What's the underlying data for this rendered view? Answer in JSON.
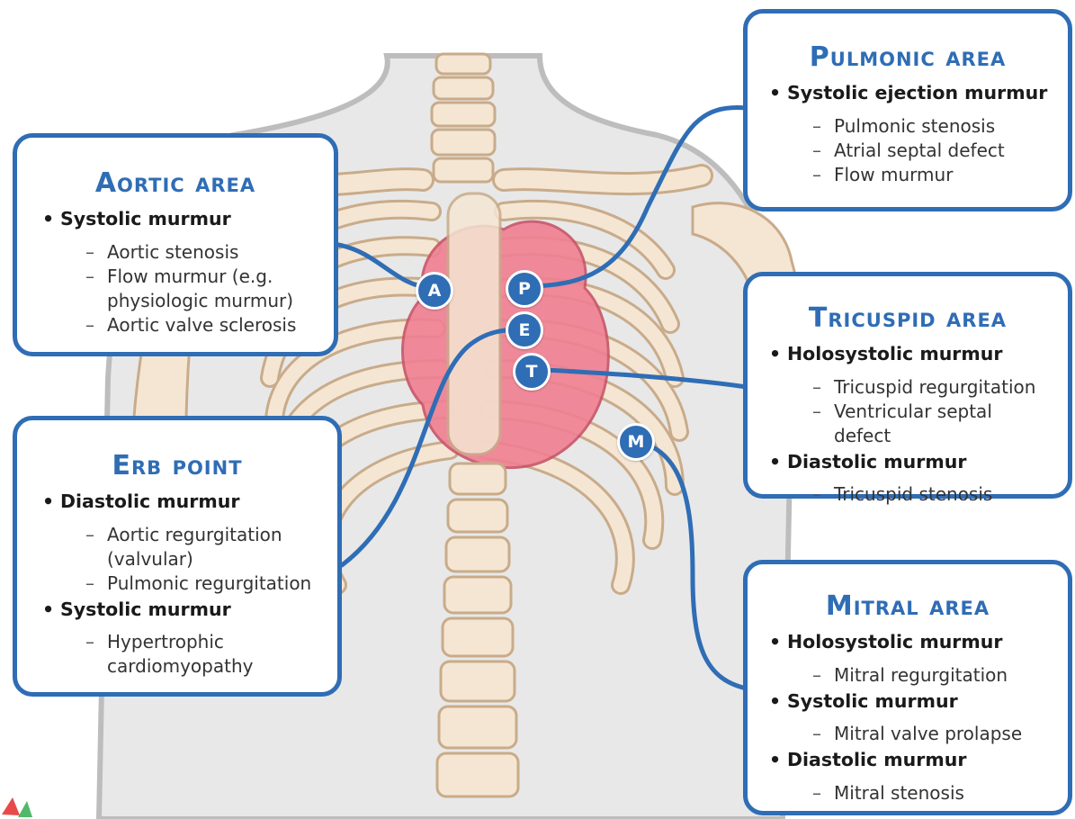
{
  "areas": [
    {
      "id": "aortic",
      "title": "Aortic area",
      "marker": "A",
      "groups": [
        {
          "label": "Systolic murmur",
          "items": [
            "Aortic stenosis",
            "Flow murmur (e.g. physiologic murmur)",
            "Aortic valve sclerosis"
          ]
        }
      ]
    },
    {
      "id": "pulmonic",
      "title": "Pulmonic area",
      "marker": "P",
      "groups": [
        {
          "label": "Systolic ejection murmur",
          "items": [
            "Pulmonic stenosis",
            "Atrial septal defect",
            "Flow murmur"
          ]
        }
      ]
    },
    {
      "id": "erb",
      "title": "Erb point",
      "marker": "E",
      "groups": [
        {
          "label": "Diastolic murmur",
          "items": [
            "Aortic regurgitation (valvular)",
            "Pulmonic regurgitation"
          ]
        },
        {
          "label": "Systolic murmur",
          "items": [
            "Hypertrophic cardiomyopathy"
          ]
        }
      ]
    },
    {
      "id": "tricuspid",
      "title": "Tricuspid area",
      "marker": "T",
      "groups": [
        {
          "label": "Holosystolic murmur",
          "items": [
            "Tricuspid regurgitation",
            "Ventricular septal defect"
          ]
        },
        {
          "label": "Diastolic murmur",
          "items": [
            "Tricuspid stenosis"
          ]
        }
      ]
    },
    {
      "id": "mitral",
      "title": "Mitral area",
      "marker": "M",
      "groups": [
        {
          "label": "Holosystolic murmur",
          "items": [
            "Mitral regurgitation"
          ]
        },
        {
          "label": "Systolic murmur",
          "items": [
            "Mitral valve prolapse"
          ]
        },
        {
          "label": "Diastolic murmur",
          "items": [
            "Mitral stenosis"
          ]
        }
      ]
    }
  ],
  "colors": {
    "accent": "#2f6db5",
    "bone": "#f4e6d3",
    "bone_outline": "#c9ab8a",
    "heart": "#f07f92",
    "body": "#e6e6e6"
  }
}
